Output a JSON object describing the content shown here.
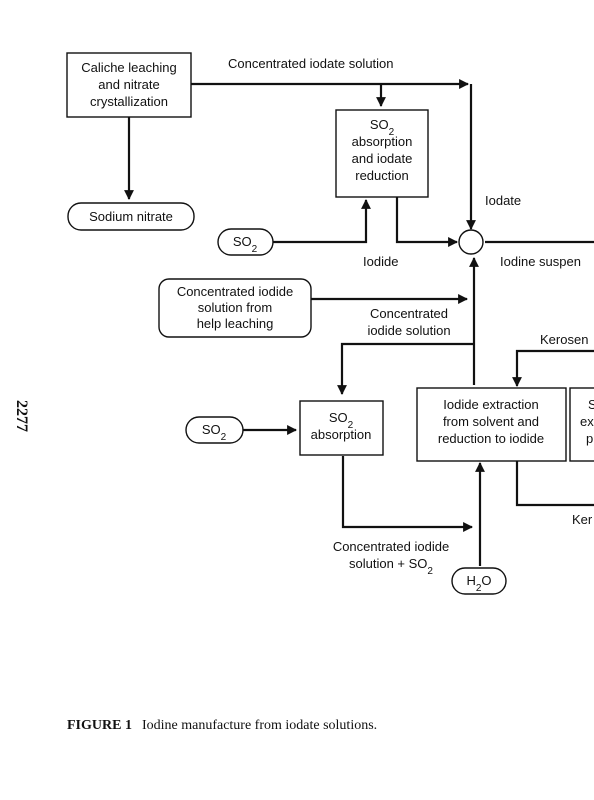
{
  "page_number": "2277",
  "caption": {
    "label": "FIGURE 1",
    "text": "Iodine manufacture from iodate solutions."
  },
  "nodes": {
    "caliche": [
      "Caliche leaching",
      "and nitrate",
      "crystallization"
    ],
    "sodium_nitrate": "Sodium nitrate",
    "so2_top": "SO2",
    "so2_absorb_reduce": [
      "SO2",
      "absorption",
      "and iodate",
      "reduction"
    ],
    "conc_iodide_help": [
      "Concentrated iodide",
      "solution from",
      "help leaching"
    ],
    "so2_bottom": "SO2",
    "so2_absorption": [
      "SO2",
      "absorption"
    ],
    "iodide_extraction": [
      "Iodide extraction",
      "from solvent and",
      "reduction to iodide"
    ],
    "partial_box": [
      "S",
      "ex",
      "p"
    ],
    "h2o": "H2O"
  },
  "labels": {
    "conc_iodate": "Concentrated iodate solution",
    "iodate": "Iodate",
    "iodide": "Iodide",
    "iodine_suspension": "Iodine suspen",
    "conc_iodide_solution": [
      "Concentrated",
      "iodide solution"
    ],
    "kerosene_top": "Kerosen",
    "kerosene_bottom": "Ker",
    "conc_iodide_so2": [
      "Concentrated iodide",
      "solution + SO2"
    ]
  }
}
